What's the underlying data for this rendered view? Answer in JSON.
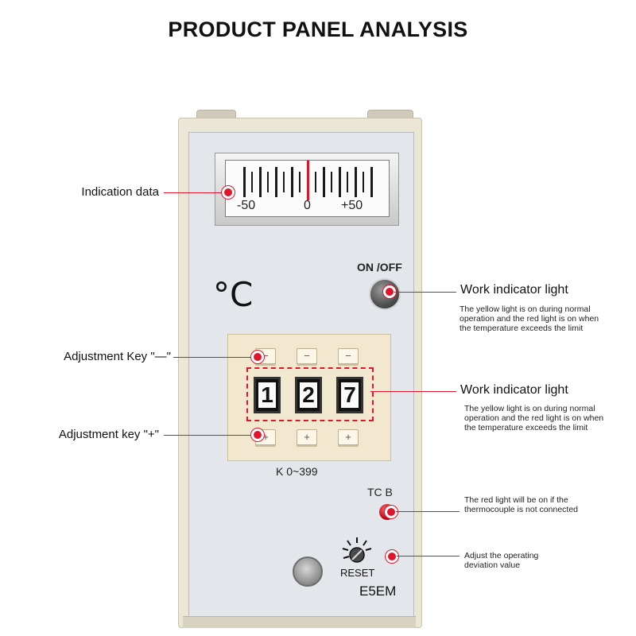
{
  "title": "PRODUCT PANEL ANALYSIS",
  "meter": {
    "scale_left": "-50",
    "scale_mid": "0",
    "scale_right": "+50"
  },
  "panel": {
    "onoff_label": "ON /OFF",
    "unit_symbol": "°C",
    "digits": [
      "1",
      "2",
      "7"
    ],
    "minus_key_glyph": "−",
    "plus_key_glyph": "+",
    "range_label": "K  0~399",
    "tc_label": "TC  B",
    "reset_label": "RESET",
    "model_label": "E5EM"
  },
  "callouts": {
    "indication_data": "Indication data",
    "adjust_minus": "Adjustment Key \"—\"",
    "adjust_plus": "Adjustment key \"+\"",
    "work_light_1": {
      "title": "Work indicator light",
      "desc_1": "The yellow light is on during normal",
      "desc_2": "operation and the red light is on when",
      "desc_3": "the temperature exceeds the limit"
    },
    "work_light_2": {
      "title": "Work indicator light",
      "desc_1": "The yellow light is on during normal",
      "desc_2": "operation and the red light is on when",
      "desc_3": "the temperature exceeds the limit"
    },
    "thermocouple": {
      "desc_1": "The red light will be on if the",
      "desc_2": "thermocouple is not connected"
    },
    "deviation": {
      "desc_1": "Adjust the operating",
      "desc_2": "deviation value"
    }
  },
  "colors": {
    "accent": "#e0152b",
    "panel_face": "#e3e6ea",
    "keypad": "#f1e8cf"
  }
}
